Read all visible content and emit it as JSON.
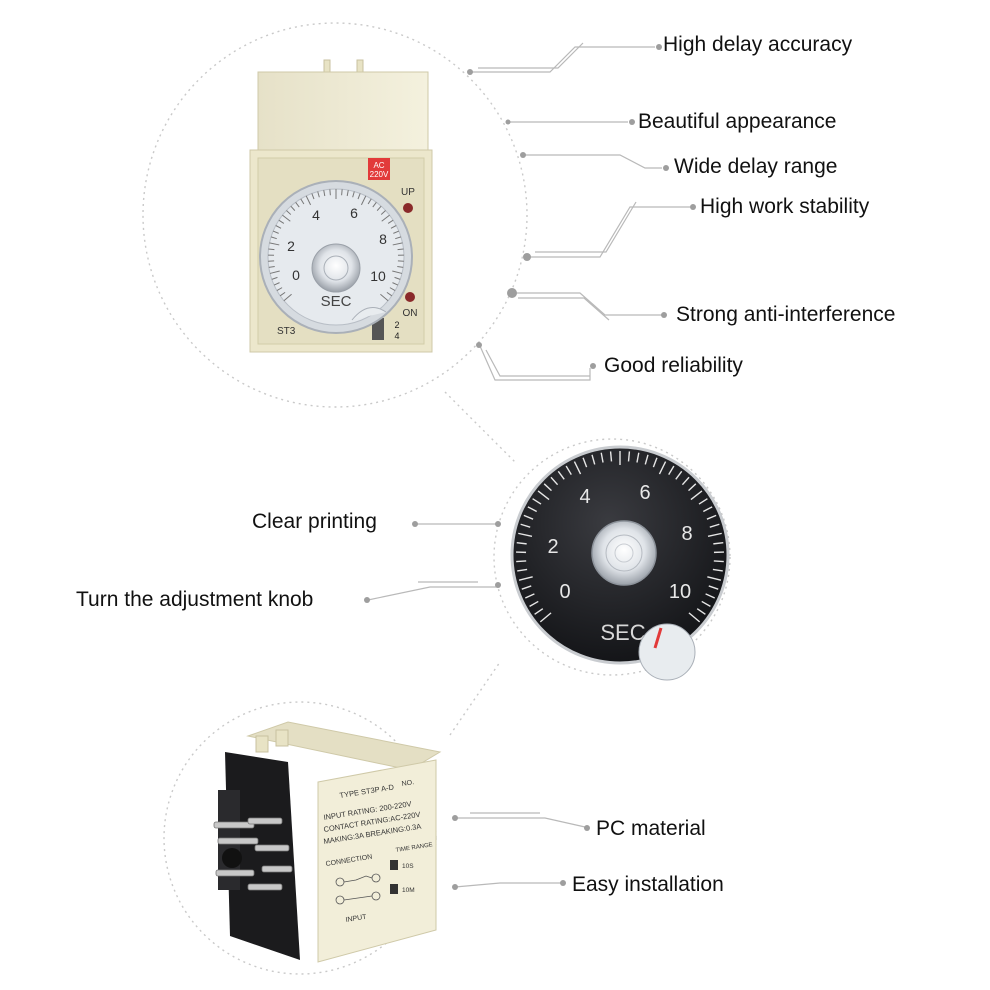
{
  "features": {
    "high_delay_accuracy": "High delay accuracy",
    "beautiful_appearance": "Beautiful appearance",
    "wide_delay_range": "Wide delay range",
    "high_work_stability": "High work stability",
    "strong_anti_interference": "Strong anti-interference",
    "good_reliability": "Good reliability",
    "clear_printing": "Clear printing",
    "turn_adjustment_knob": "Turn the adjustment knob",
    "pc_material": "PC material",
    "easy_installation": "Easy installation"
  },
  "relay_front": {
    "voltage_line1": "AC",
    "voltage_line2": "220V",
    "up_label": "UP",
    "on_label": "ON",
    "model_label": "ST3",
    "unit_label": "SEC",
    "dial_numbers": [
      "0",
      "2",
      "4",
      "6",
      "8",
      "10"
    ],
    "switch_numbers": [
      "2",
      "4"
    ]
  },
  "dial_closeup": {
    "dial_numbers": [
      "0",
      "2",
      "4",
      "6",
      "8",
      "10"
    ],
    "unit_label": "SEC"
  },
  "relay_side": {
    "type_line": "TYPE ST3P A-D",
    "input_rating": "INPUT RATING: 200-220V",
    "contact_rating": "CONTACT RATING:AC-220V",
    "making_breaking": "MAKING:3A  BREAKING:0.3A",
    "connection_label": "CONNECTION",
    "time_range_label": "TIME RANGE",
    "range_10s": "10S",
    "range_10m": "10M",
    "input_label": "INPUT",
    "no_label": "NO."
  },
  "colors": {
    "relay_beige": "#f0ecd6",
    "panel_beige": "#e9e4c7",
    "dial_dark": "#1c1d20",
    "voltage_red": "#e23a3a",
    "pointer_red": "#e23a3a",
    "line_gray": "#b9b9b9"
  }
}
